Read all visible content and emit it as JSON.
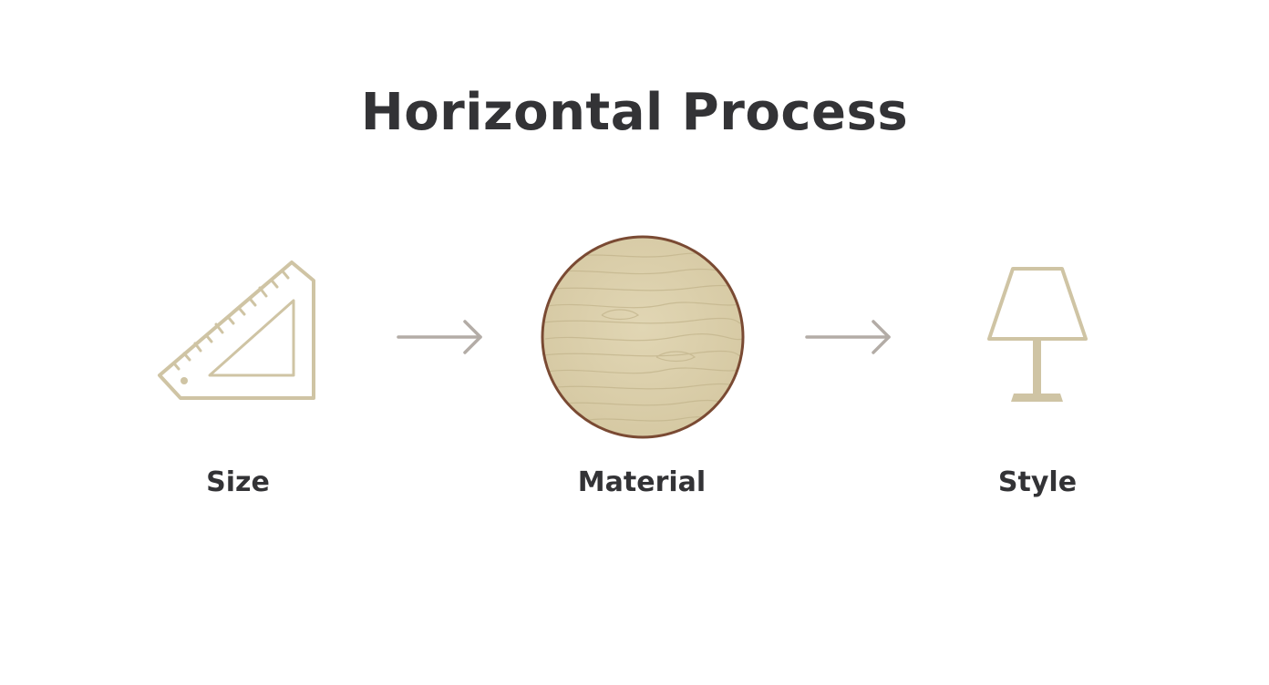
{
  "title": "Horizontal Process",
  "steps": [
    {
      "label": "Size",
      "icon": "set-square-ruler-icon"
    },
    {
      "label": "Material",
      "icon": "wood-disc-icon"
    },
    {
      "label": "Style",
      "icon": "table-lamp-icon"
    }
  ],
  "colors": {
    "text": "#333336",
    "icon_stroke": "#cfc4a4",
    "arrow": "#b3aca6",
    "wood_fill": "#ddd1ad",
    "wood_rim": "#7a4a33"
  }
}
